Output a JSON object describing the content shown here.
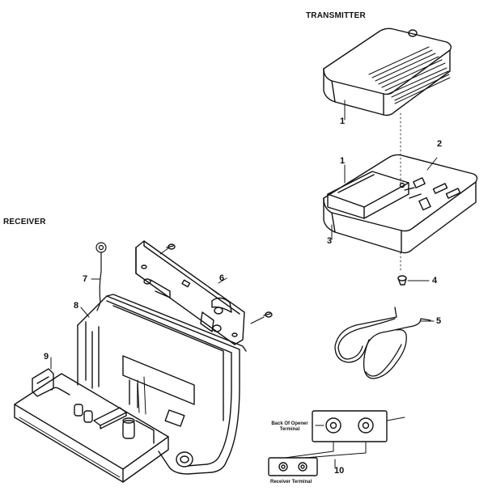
{
  "labels": {
    "transmitter": "TRANSMITTER",
    "receiver": "RECEIVER",
    "back_of_opener_terminal": "Back Of Opener Terminal",
    "receiver_terminal": "Receiver Terminal"
  },
  "callouts": [
    "1",
    "1",
    "2",
    "3",
    "4",
    "5",
    "6",
    "7",
    "8",
    "9",
    "10"
  ]
}
